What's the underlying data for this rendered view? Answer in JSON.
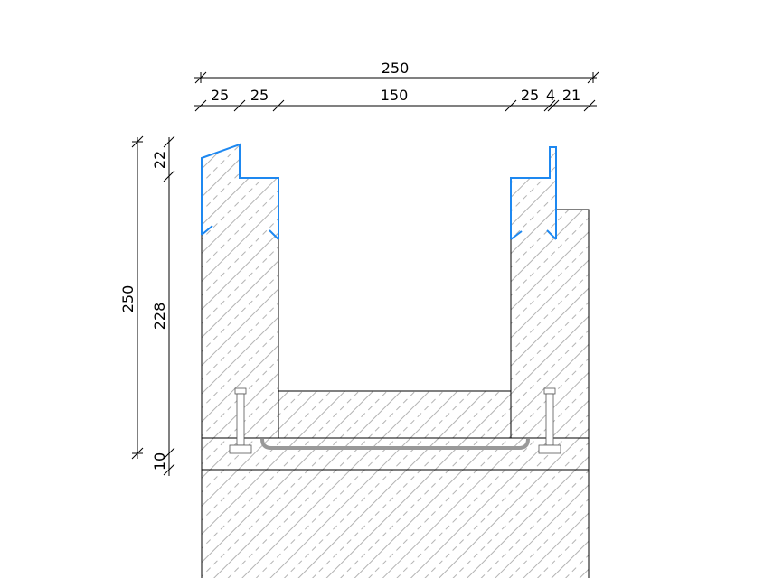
{
  "colors": {
    "outline_blue": "#1e88f0",
    "hatch": "#9a9a9a",
    "rebar": "#999999",
    "line": "#000000"
  },
  "dimensions": {
    "top_total": "250",
    "top_segments": [
      "25",
      "25",
      "150",
      "25",
      "4",
      "21"
    ],
    "left_total": "250",
    "left_segments": [
      "22",
      "228",
      "10"
    ]
  }
}
